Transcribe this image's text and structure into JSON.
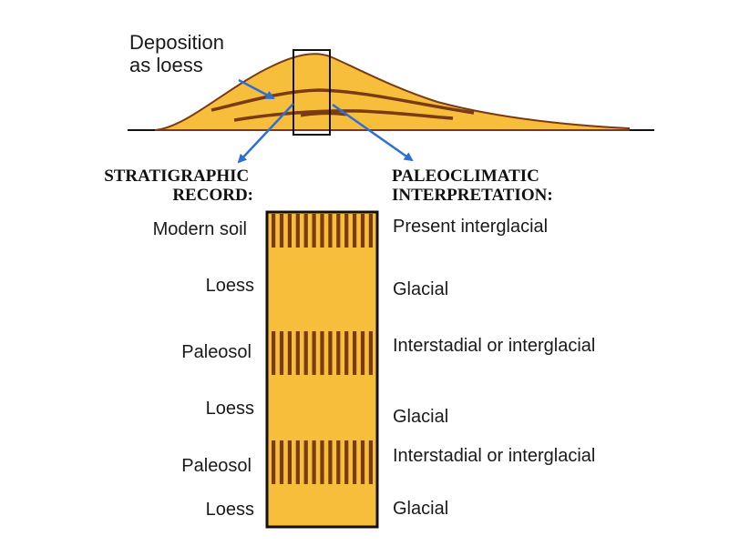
{
  "deposition_label": [
    "Deposition",
    "as loess"
  ],
  "left_header": [
    "STRATIGRAPHIC",
    "RECORD:"
  ],
  "right_header": [
    "PALEOCLIMATIC",
    "INTERPRETATION:"
  ],
  "layers": [
    {
      "unit": "Modern soil",
      "interpretation": "Present interglacial",
      "type": "soil"
    },
    {
      "unit": "Loess",
      "interpretation": "Glacial",
      "type": "loess"
    },
    {
      "unit": "Paleosol",
      "interpretation": "Interstadial or interglacial",
      "type": "soil"
    },
    {
      "unit": "Loess",
      "interpretation": "Glacial",
      "type": "loess"
    },
    {
      "unit": "Paleosol",
      "interpretation": "Interstadial or interglacial",
      "type": "soil"
    },
    {
      "unit": "Loess",
      "interpretation": "Glacial",
      "type": "loess"
    }
  ],
  "colors": {
    "loess_fill": "#F7BE3C",
    "soil_stripe": "#7A3A12",
    "outline": "#111111",
    "arrow": "#2D6FD6"
  }
}
